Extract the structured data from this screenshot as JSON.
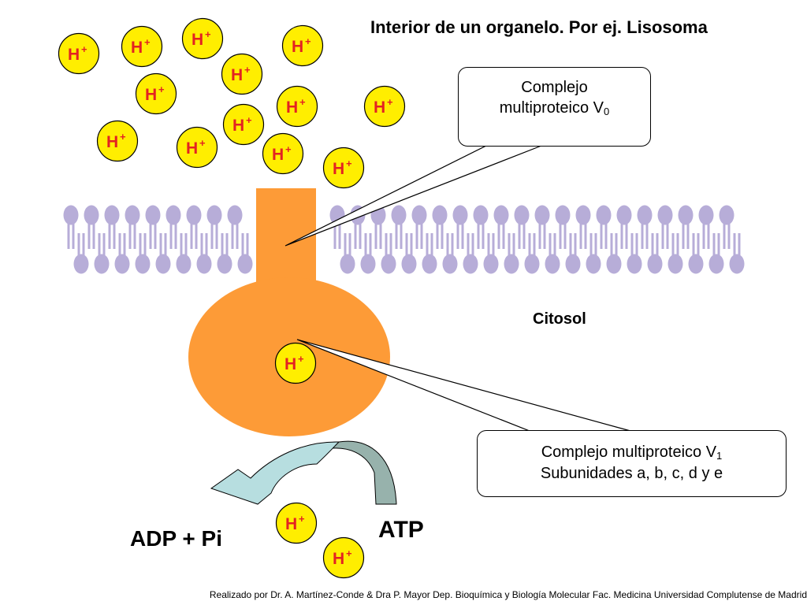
{
  "title": "Interior de un organelo. Por ej. Lisosoma",
  "proton_label": "H",
  "proton_charge": "+",
  "callout_v0": {
    "line1": "Complejo",
    "line2": "multiproteico V",
    "subscript": "0"
  },
  "callout_v1": {
    "line1": "Complejo multiproteico V",
    "subscript": "1",
    "line2": "Subunidades a, b, c, d y e"
  },
  "citosol_label": "Citosol",
  "adp_label": "ADP + Pi",
  "atp_label": "ATP",
  "footer": "Realizado por Dr. A. Martínez-Conde & Dra P. Mayor Dep. Bioquímica y Biología Molecular Fac. Medicina Universidad Complutense de Madrid",
  "colors": {
    "proton_fill": "#ffee00",
    "proton_text": "#e32222",
    "complex": "#fd9b37",
    "lipid": "#b7add8",
    "arrow_light": "#b7dee0",
    "arrow_dark": "#97b2ac"
  }
}
